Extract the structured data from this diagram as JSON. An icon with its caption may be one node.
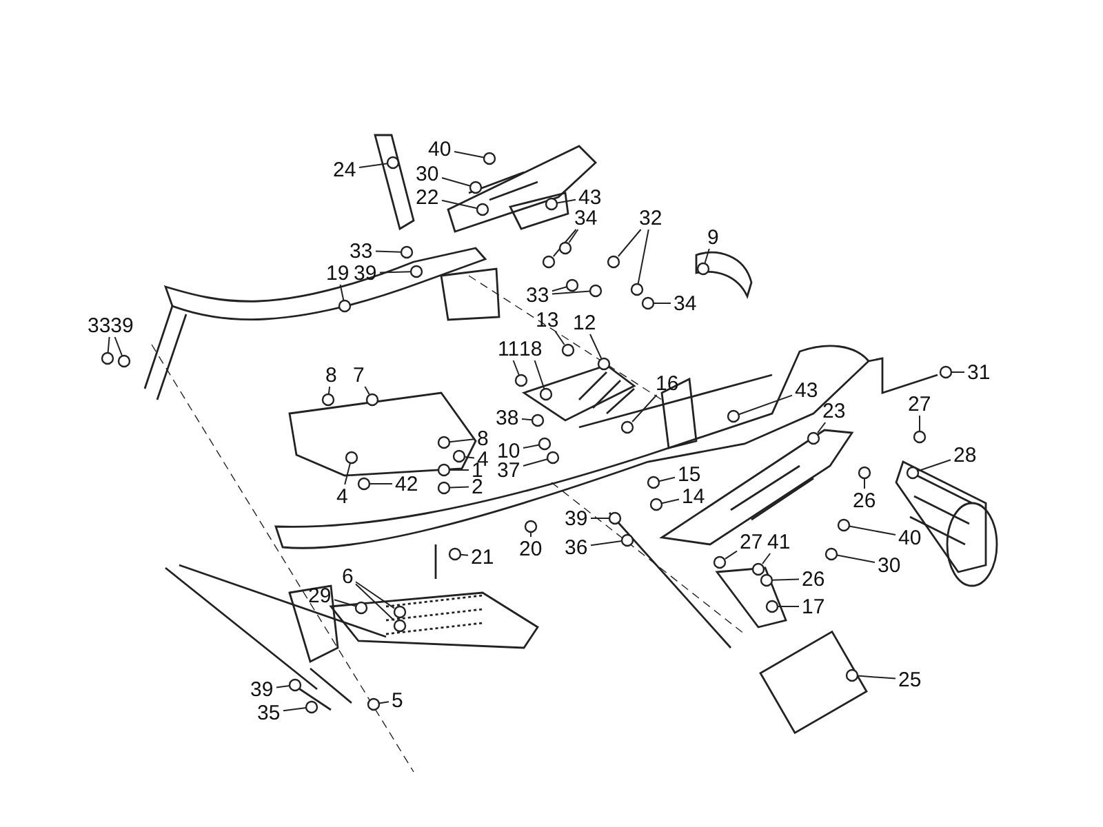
{
  "diagram": {
    "nodes": [
      {
        "text": [
          "24"
        ]
      },
      {
        "text": [
          "40"
        ]
      },
      {
        "text": [
          "30"
        ]
      },
      {
        "text": [
          "22"
        ]
      },
      {
        "text": [
          "43"
        ]
      },
      {
        "text": [
          "34"
        ]
      },
      {
        "text": [
          "32"
        ]
      },
      {
        "text": [
          "9"
        ]
      },
      {
        "text": [
          "33"
        ]
      },
      {
        "text": [
          "39"
        ]
      },
      {
        "text": [
          "19"
        ]
      },
      {
        "text": [
          "3339"
        ]
      },
      {
        "text": [
          "33"
        ]
      },
      {
        "text": [
          "34"
        ]
      },
      {
        "text": [
          "13"
        ]
      },
      {
        "text": [
          "12"
        ]
      },
      {
        "text": [
          "11"
        ]
      },
      {
        "text": [
          "18"
        ]
      },
      {
        "text": [
          "8"
        ]
      },
      {
        "text": [
          "7"
        ]
      },
      {
        "text": [
          "16"
        ]
      },
      {
        "text": [
          "38"
        ]
      },
      {
        "text": [
          "8"
        ]
      },
      {
        "text": [
          "10"
        ]
      },
      {
        "text": [
          "4"
        ]
      },
      {
        "text": [
          "37"
        ]
      },
      {
        "text": [
          "1"
        ]
      },
      {
        "text": [
          "15"
        ]
      },
      {
        "text": [
          "4"
        ]
      },
      {
        "text": [
          "42"
        ]
      },
      {
        "text": [
          "2"
        ]
      },
      {
        "text": [
          "14"
        ]
      },
      {
        "text": [
          "20"
        ]
      },
      {
        "text": [
          "39"
        ]
      },
      {
        "text": [
          "21"
        ]
      },
      {
        "text": [
          "36"
        ]
      },
      {
        "text": [
          "43"
        ]
      },
      {
        "text": [
          "23"
        ]
      },
      {
        "text": [
          "27"
        ]
      },
      {
        "text": [
          "28"
        ]
      },
      {
        "text": [
          "26"
        ]
      },
      {
        "text": [
          "40"
        ]
      },
      {
        "text": [
          "30"
        ]
      },
      {
        "text": [
          "27"
        ]
      },
      {
        "text": [
          "41"
        ]
      },
      {
        "text": [
          "26"
        ]
      },
      {
        "text": [
          "17"
        ]
      },
      {
        "text": [
          "31"
        ]
      },
      {
        "text": [
          "6"
        ]
      },
      {
        "text": [
          "29"
        ]
      },
      {
        "text": [
          "25"
        ]
      },
      {
        "text": [
          "39"
        ]
      },
      {
        "text": [
          "35"
        ]
      },
      {
        "text": [
          "5"
        ]
      },
      {
        "text": [],
        "shape": "circle"
      },
      {
        "text": [],
        "shape": "circle"
      },
      {
        "text": [],
        "shape": "circle"
      },
      {
        "text": [],
        "shape": "circle"
      },
      {
        "text": [],
        "shape": "circle"
      },
      {
        "text": [],
        "shape": "circle"
      },
      {
        "text": [],
        "shape": "circle"
      },
      {
        "text": [],
        "shape": "circle"
      },
      {
        "text": [],
        "shape": "circle"
      },
      {
        "text": [],
        "shape": "circle"
      },
      {
        "text": [],
        "shape": "circle"
      },
      {
        "text": [],
        "shape": "circle"
      },
      {
        "text": [],
        "shape": "circle"
      },
      {
        "text": [],
        "shape": "circle"
      },
      {
        "text": [],
        "shape": "circle"
      },
      {
        "text": [],
        "shape": "circle"
      },
      {
        "text": [],
        "shape": "circle"
      },
      {
        "text": [],
        "shape": "circle"
      },
      {
        "text": [],
        "shape": "circle"
      },
      {
        "text": [],
        "shape": "circle"
      },
      {
        "text": [],
        "shape": "circle"
      },
      {
        "text": [],
        "shape": "circle"
      },
      {
        "text": [],
        "shape": "circle"
      },
      {
        "text": [],
        "shape": "circle"
      },
      {
        "text": [],
        "shape": "circle"
      },
      {
        "text": [],
        "shape": "circle"
      },
      {
        "text": [],
        "shape": "circle"
      },
      {
        "text": [],
        "shape": "circle"
      },
      {
        "text": [],
        "shape": "circle"
      },
      {
        "text": [],
        "shape": "circle"
      },
      {
        "text": [],
        "shape": "circle"
      },
      {
        "text": [],
        "shape": "circle"
      },
      {
        "text": [],
        "shape": "circle"
      },
      {
        "text": [],
        "shape": "circle"
      },
      {
        "text": [],
        "shape": "circle"
      },
      {
        "text": [],
        "shape": "circle"
      },
      {
        "text": [],
        "shape": "circle"
      },
      {
        "text": [],
        "shape": "circle"
      },
      {
        "text": [],
        "shape": "circle"
      },
      {
        "text": [],
        "shape": "circle"
      },
      {
        "text": [],
        "shape": "circle"
      },
      {
        "text": [],
        "shape": "circle"
      },
      {
        "text": [],
        "shape": "circle"
      },
      {
        "text": [],
        "shape": "circle"
      },
      {
        "text": [],
        "shape": "circle"
      },
      {
        "text": [],
        "shape": "circle"
      },
      {
        "text": [],
        "shape": "circle"
      },
      {
        "text": [],
        "shape": "circle"
      },
      {
        "text": [],
        "shape": "circle"
      },
      {
        "text": [],
        "shape": "circle"
      },
      {
        "text": [],
        "shape": "circle"
      },
      {
        "text": [],
        "shape": "circle"
      },
      {
        "text": [],
        "shape": "circle"
      },
      {
        "text": [],
        "shape": "circle"
      },
      {
        "text": [],
        "shape": "circle"
      },
      {
        "text": [],
        "shape": "circle"
      },
      {
        "text": [],
        "shape": "circle"
      },
      {
        "text": [],
        "shape": "circle"
      },
      {
        "text": [],
        "shape": "circle"
      }
    ],
    "edges": [
      {
        "from": 0,
        "to": 54,
        "arrow": "none"
      },
      {
        "from": 1,
        "to": 55,
        "arrow": "none"
      },
      {
        "from": 2,
        "to": 56,
        "arrow": "none"
      },
      {
        "from": 3,
        "to": 57,
        "arrow": "none"
      },
      {
        "from": 4,
        "to": 58,
        "arrow": "none"
      },
      {
        "from": 5,
        "to": 59,
        "arrow": "none"
      },
      {
        "from": 5,
        "to": 60,
        "arrow": "none"
      },
      {
        "from": 6,
        "to": 61,
        "arrow": "none"
      },
      {
        "from": 6,
        "to": 62,
        "arrow": "none"
      },
      {
        "from": 7,
        "to": 63,
        "arrow": "none"
      },
      {
        "from": 8,
        "to": 64,
        "arrow": "none"
      },
      {
        "from": 9,
        "to": 65,
        "arrow": "none"
      },
      {
        "from": 10,
        "to": 66,
        "arrow": "none"
      },
      {
        "from": 11,
        "to": 67,
        "arrow": "none"
      },
      {
        "from": 11,
        "to": 68,
        "arrow": "none"
      },
      {
        "from": 12,
        "to": 69,
        "arrow": "none"
      },
      {
        "from": 12,
        "to": 70,
        "arrow": "none"
      },
      {
        "from": 13,
        "to": 71,
        "arrow": "none"
      },
      {
        "from": 14,
        "to": 72,
        "arrow": "none"
      },
      {
        "from": 15,
        "to": 73,
        "arrow": "none"
      },
      {
        "from": 16,
        "to": 74,
        "arrow": "none"
      },
      {
        "from": 17,
        "to": 75,
        "arrow": "none"
      },
      {
        "from": 18,
        "to": 76,
        "arrow": "none"
      },
      {
        "from": 19,
        "to": 77,
        "arrow": "none"
      },
      {
        "from": 20,
        "to": 78,
        "arrow": "none"
      },
      {
        "from": 21,
        "to": 79,
        "arrow": "none"
      },
      {
        "from": 22,
        "to": 80,
        "arrow": "none"
      },
      {
        "from": 23,
        "to": 81,
        "arrow": "none"
      },
      {
        "from": 24,
        "to": 82,
        "arrow": "none"
      },
      {
        "from": 25,
        "to": 83,
        "arrow": "none"
      },
      {
        "from": 26,
        "to": 84,
        "arrow": "none"
      },
      {
        "from": 27,
        "to": 85,
        "arrow": "none"
      },
      {
        "from": 28,
        "to": 86,
        "arrow": "none"
      },
      {
        "from": 29,
        "to": 87,
        "arrow": "none"
      },
      {
        "from": 30,
        "to": 88,
        "arrow": "none"
      },
      {
        "from": 31,
        "to": 89,
        "arrow": "none"
      },
      {
        "from": 32,
        "to": 90,
        "arrow": "none"
      },
      {
        "from": 33,
        "to": 91,
        "arrow": "none"
      },
      {
        "from": 34,
        "to": 92,
        "arrow": "none"
      },
      {
        "from": 35,
        "to": 93,
        "arrow": "none"
      },
      {
        "from": 36,
        "to": 94,
        "arrow": "none"
      },
      {
        "from": 37,
        "to": 95,
        "arrow": "none"
      },
      {
        "from": 38,
        "to": 96,
        "arrow": "none"
      },
      {
        "from": 39,
        "to": 97,
        "arrow": "none"
      },
      {
        "from": 40,
        "to": 98,
        "arrow": "none"
      },
      {
        "from": 41,
        "to": 99,
        "arrow": "none"
      },
      {
        "from": 42,
        "to": 100,
        "arrow": "none"
      },
      {
        "from": 43,
        "to": 101,
        "arrow": "none"
      },
      {
        "from": 44,
        "to": 102,
        "arrow": "none"
      },
      {
        "from": 45,
        "to": 103,
        "arrow": "none"
      },
      {
        "from": 46,
        "to": 104,
        "arrow": "none"
      },
      {
        "from": 47,
        "to": 105,
        "arrow": "none"
      },
      {
        "from": 48,
        "to": 106,
        "arrow": "none"
      },
      {
        "from": 48,
        "to": 107,
        "arrow": "none"
      },
      {
        "from": 49,
        "to": 108,
        "arrow": "none"
      },
      {
        "from": 50,
        "to": 109,
        "arrow": "none"
      },
      {
        "from": 51,
        "to": 110,
        "arrow": "none"
      },
      {
        "from": 52,
        "to": 111,
        "arrow": "none"
      },
      {
        "from": 53,
        "to": 112,
        "arrow": "none"
      }
    ]
  }
}
